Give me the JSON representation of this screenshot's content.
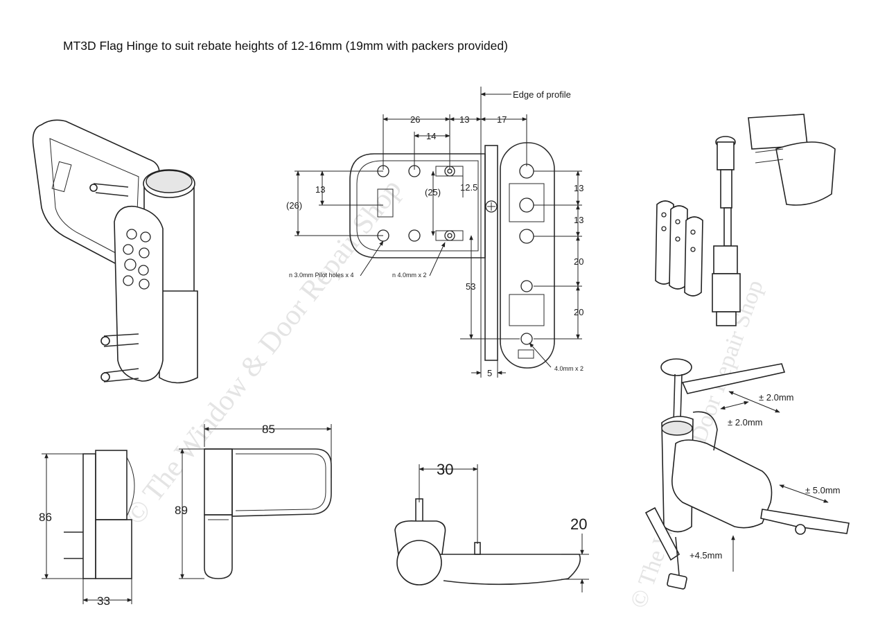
{
  "title": "MT3D Flag Hinge to suit rebate heights of 12-16mm (19mm with packers provided)",
  "watermark": "© The Window & Door Repair Shop",
  "technical_drawing": {
    "edge_label": "Edge of profile",
    "top_dims": {
      "d26": "26",
      "d13": "13",
      "d17": "17",
      "d14": "14"
    },
    "left_dims": {
      "d13": "13",
      "d26p": "(26)",
      "d25p": "(25)",
      "d12_5": "12.5"
    },
    "right_dims": {
      "d13a": "13",
      "d13b": "13",
      "d20a": "20",
      "d20b": "20"
    },
    "bottom_dims": {
      "d53": "53",
      "d5": "5"
    },
    "notes": {
      "pilot": "n 3.0mm Pilot holes x 4",
      "n4": "n 4.0mm x 2",
      "m4": "4.0mm x 2"
    }
  },
  "side_view": {
    "height": "86",
    "width": "33"
  },
  "front_view": {
    "height": "89",
    "width": "85"
  },
  "profile_view": {
    "offset": "30",
    "height": "20"
  },
  "adjustment": {
    "a1": "± 2.0mm",
    "a2": "± 2.0mm",
    "a3": "± 5.0mm",
    "a4": "+4.5mm"
  },
  "colors": {
    "line": "#2a2a2a",
    "background": "#ffffff",
    "shade": "#e6e6e6",
    "watermark": "#cfcfcf"
  }
}
